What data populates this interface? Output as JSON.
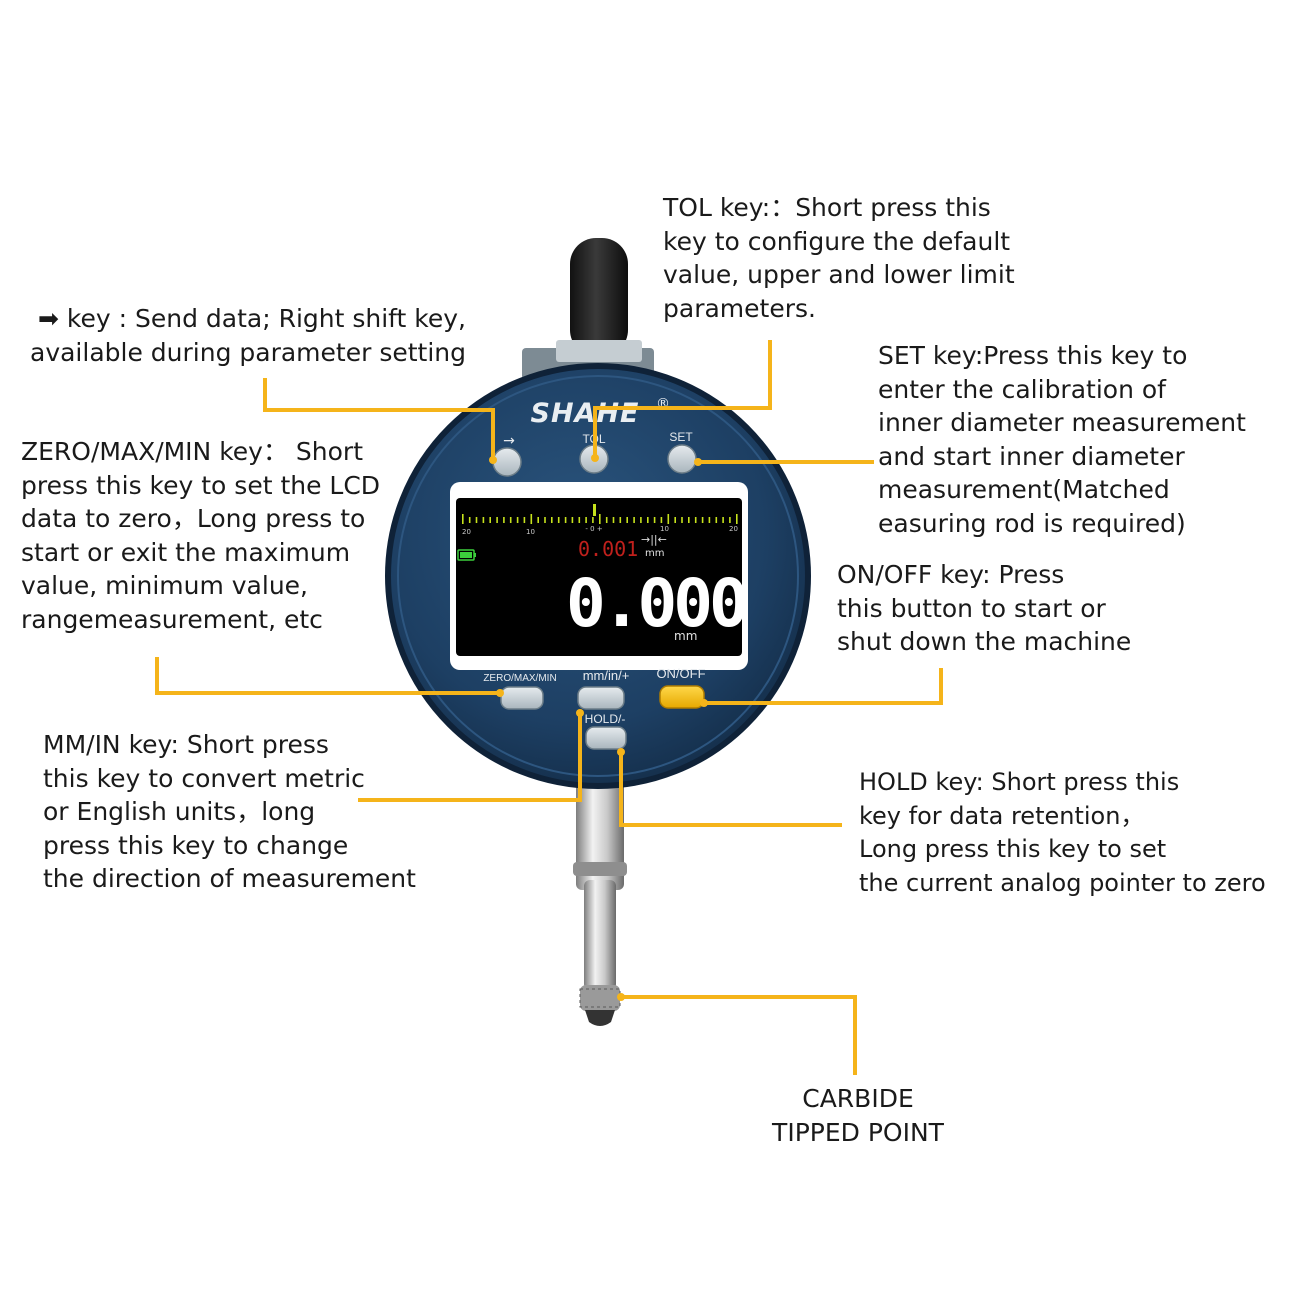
{
  "callouts": {
    "send_key": [
      "➡ key : Send data; Right shift key,",
      "available during parameter setting"
    ],
    "tol_key": [
      "TOL key:：Short press this",
      "key to configure the default",
      "value, upper and lower limit",
      "parameters."
    ],
    "set_key": [
      "SET key:Press this key to",
      "enter the calibration of",
      "inner diameter measurement",
      "and start inner diameter",
      "measurement(Matched",
      "easuring rod is required)"
    ],
    "zero_key": [
      "ZERO/MAX/MIN key：  Short",
      "press this key to set the LCD",
      "data to zero，Long press to",
      "start or exit the maximum",
      "value, minimum value,",
      "rangemeasurement, etc"
    ],
    "onoff_key": [
      "ON/OFF key: Press",
      "this button to start or",
      "shut down the machine"
    ],
    "mmin_key": [
      "MM/IN key: Short press",
      "this key to convert metric",
      "or English units，long",
      "press this key to change",
      "the direction of measurement"
    ],
    "hold_key": [
      "HOLD key: Short press this",
      "key for data retention，",
      "Long press this key to set",
      "the current analog pointer to zero"
    ],
    "tip": [
      "CARBIDE",
      "TIPPED POINT"
    ]
  },
  "device": {
    "brand": "SHAHE",
    "registered": "®",
    "btn_send": "→",
    "btn_tol": "TOL",
    "btn_set": "SET",
    "btn_zero": "ZERO/MAX/MIN",
    "btn_mmin": "mm/in/+",
    "btn_onoff": "ON/OFF",
    "btn_hold": "HOLD/-",
    "lcd": {
      "reading": "0.000",
      "unit_main": "mm",
      "tolerance": "0.001",
      "unit_small": "mm",
      "scale_left": "20",
      "scale_left_mid": "10",
      "scale_center": "- 0 +",
      "scale_right_mid": "10",
      "scale_right": "20"
    }
  },
  "colors": {
    "leader": "#f5b41a",
    "body": "#1d3f63",
    "onoff_button": "#f2c21b",
    "lcd_digits": "#ffffff",
    "lcd_scale": "#c6e21c",
    "tolerance_digits": "#c0201c"
  }
}
